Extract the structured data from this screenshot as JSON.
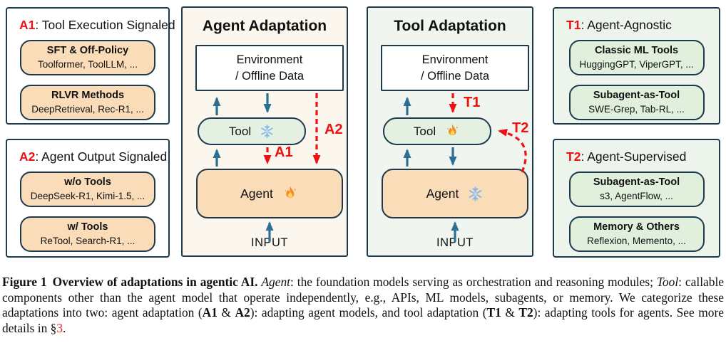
{
  "palette": {
    "ink_border": "#1c3a4c",
    "accent_red": "#ee1111",
    "arrow_blue": "#2d6f93",
    "peach_fill": "#fbdcb9",
    "green_fill": "#e0f0dd",
    "tool_green": "#e4f1e2",
    "agent_panel_bg": "#fbf7ef",
    "tool_panel_bg": "#f0f6ef",
    "legend_green_bg": "#ecf4ec"
  },
  "legends": [
    {
      "code": "A1",
      "title": ": Tool Execution Signaled",
      "items": [
        {
          "name": "SFT & Off-Policy",
          "examples": "Toolformer, ToolLLM, ..."
        },
        {
          "name": "RLVR Methods",
          "examples": "DeepRetrieval, Rec-R1, ..."
        }
      ]
    },
    {
      "code": "A2",
      "title": ": Agent Output Signaled",
      "items": [
        {
          "name": "w/o Tools",
          "examples": "DeepSeek-R1, Kimi-1.5, ..."
        },
        {
          "name": "w/ Tools",
          "examples": "ReTool, Search-R1, ..."
        }
      ]
    },
    {
      "code": "T1",
      "title": ": Agent-Agnostic",
      "items": [
        {
          "name": "Classic ML Tools",
          "examples": "HuggingGPT, ViperGPT, ..."
        },
        {
          "name": "Subagent-as-Tool",
          "examples": "SWE-Grep, Tab-RL, ..."
        }
      ]
    },
    {
      "code": "T2",
      "title": ": Agent-Supervised",
      "items": [
        {
          "name": "Subagent-as-Tool",
          "examples": "s3, AgentFlow, ..."
        },
        {
          "name": "Memory & Others",
          "examples": "Reflexion, Memento, ..."
        }
      ]
    }
  ],
  "panels": [
    {
      "title": "Agent Adaptation",
      "env_line1": "Environment",
      "env_line2": "/ Offline Data",
      "tool_label": "Tool",
      "tool_state": "frozen",
      "tool_icon": "snowflake-icon",
      "agent_label": "Agent",
      "agent_state": "trained",
      "agent_icon": "fire-icon",
      "input_label": "INPUT",
      "signal_a": "A1",
      "signal_b": "A2"
    },
    {
      "title": "Tool Adaptation",
      "env_line1": "Environment",
      "env_line2": "/ Offline Data",
      "tool_label": "Tool",
      "tool_state": "trained",
      "tool_icon": "fire-icon",
      "agent_label": "Agent",
      "agent_state": "frozen",
      "agent_icon": "snowflake-icon",
      "input_label": "INPUT",
      "signal_a": "T1",
      "signal_b": "T2"
    }
  ],
  "caption": {
    "segments": [
      {
        "text": "Figure 1"
      },
      {
        "text": "Overview of adaptations in agentic AI. "
      },
      {
        "text": "Agent"
      },
      {
        "text": ": the foundation models serving as orchestration and reasoning modules; "
      },
      {
        "text": "Tool"
      },
      {
        "text": ": callable components other than the agent model that operate independently, e.g., APIs, ML models, subagents, or memory. We categorize these adaptations into two: agent adaptation ("
      },
      {
        "text": "A1"
      },
      {
        "text": " & "
      },
      {
        "text": "A2"
      },
      {
        "text": "): adapting agent models, and tool adaptation ("
      },
      {
        "text": "T1"
      },
      {
        "text": " & "
      },
      {
        "text": "T2"
      },
      {
        "text": "): adapting tools for agents. See more details in §"
      },
      {
        "text": "3"
      },
      {
        "text": "."
      }
    ]
  }
}
